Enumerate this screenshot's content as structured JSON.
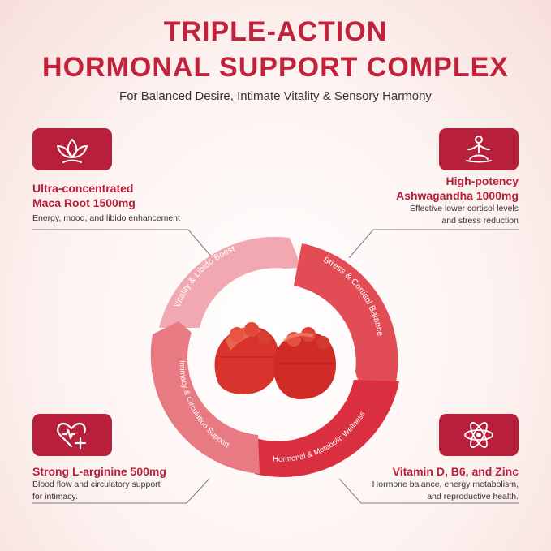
{
  "header": {
    "title_line1": "TRIPLE-ACTION",
    "title_line2": "HORMONAL SUPPORT COMPLEX",
    "subtitle": "For Balanced Desire, Intimate Vitality & Sensory Harmony"
  },
  "features": {
    "maca": {
      "icon": "lotus-icon",
      "title_line1": "Ultra-concentrated",
      "title_line2": "Maca Root 1500mg",
      "desc": "Energy, mood, and libido enhancement"
    },
    "ashwagandha": {
      "icon": "meditation-icon",
      "title_line1": "High-potency",
      "title_line2": "Ashwagandha 1000mg",
      "desc_line1": "Effective lower cortisol levels",
      "desc_line2": "and stress reduction"
    },
    "arginine": {
      "icon": "heart-plus-icon",
      "title": "Strong L-arginine 500mg",
      "desc_line1": "Blood flow and circulatory support",
      "desc_line2": "for intimacy."
    },
    "vitamins": {
      "icon": "atom-icon",
      "title": "Vitamin D, B6, and Zinc",
      "desc_line1": "Hormone balance, energy metabolism,",
      "desc_line2": "and reproductive health."
    }
  },
  "cycle": {
    "segments": [
      {
        "label": "Vitality & Libido Boost"
      },
      {
        "label": "Stress & Cortisol Balance"
      },
      {
        "label": "Hormonal & Metabolic Wellness"
      },
      {
        "label": "Intimacy & Circulation Support"
      }
    ]
  },
  "colors": {
    "brand": "#c0223b",
    "icon_bg": "#b81f3a",
    "segment_light": "#f1a8b0",
    "segment_mid": "#e14c55",
    "segment_red": "#d92f3f",
    "segment_pink": "#e77a82"
  }
}
